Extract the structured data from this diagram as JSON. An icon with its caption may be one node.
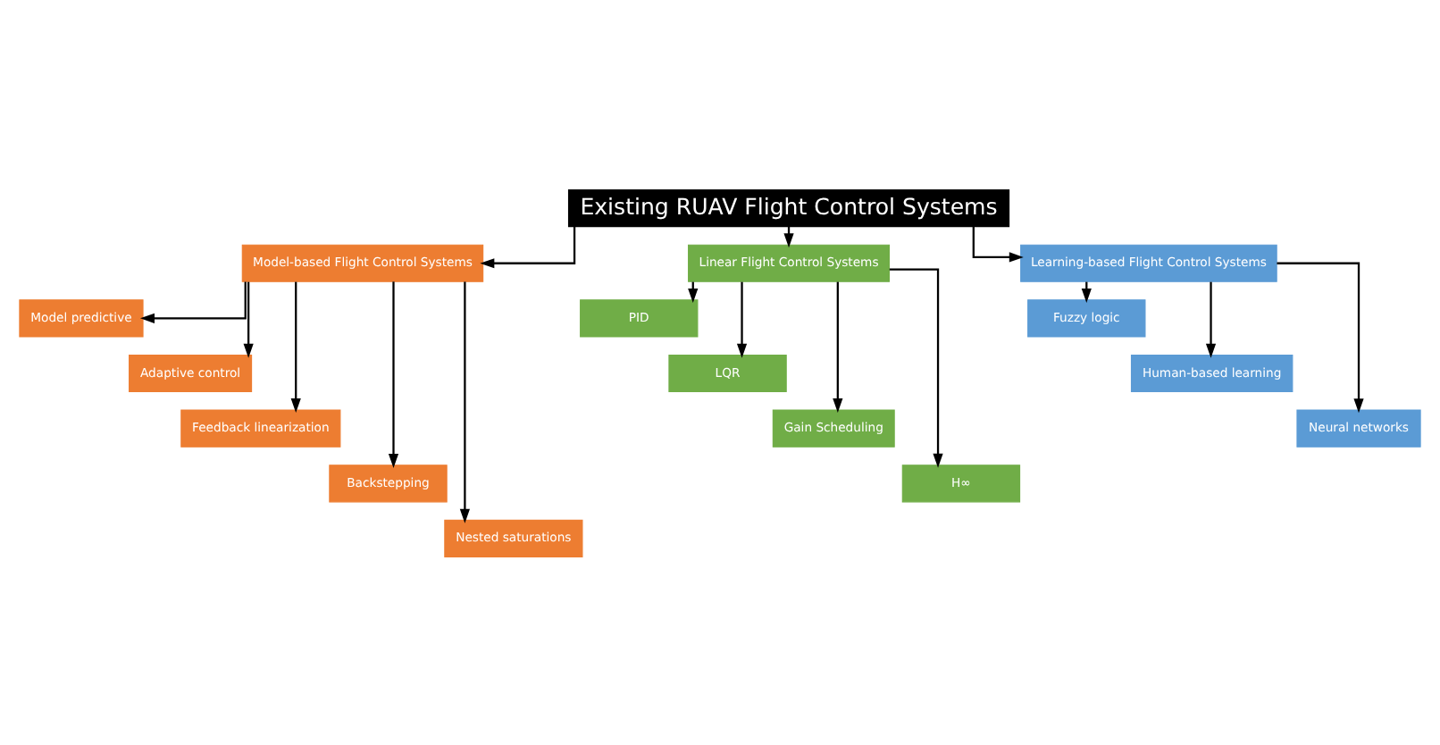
{
  "diagram": {
    "nodes": [
      {
        "text": [
          "Existing RUAV Flight Control Systems"
        ]
      },
      {
        "text": [
          "Model-based Flight Control Systems"
        ]
      },
      {
        "text": [
          "Linear Flight Control Systems"
        ]
      },
      {
        "text": [
          "Learning-based Flight Control Systems"
        ]
      },
      {
        "text": [
          "Model predictive"
        ]
      },
      {
        "text": [
          "Adaptive control"
        ]
      },
      {
        "text": [
          "Feedback linearization"
        ]
      },
      {
        "text": [
          "Backstepping"
        ]
      },
      {
        "text": [
          "Nested saturations"
        ]
      },
      {
        "text": [
          "PID"
        ]
      },
      {
        "text": [
          "LQR"
        ]
      },
      {
        "text": [
          "Gain Scheduling"
        ]
      },
      {
        "text": [
          "H∞"
        ]
      },
      {
        "text": [
          "Fuzzy logic"
        ]
      },
      {
        "text": [
          "Human-based learning"
        ]
      },
      {
        "text": [
          "Neural networks"
        ]
      }
    ],
    "edges": [
      {
        "from": 0,
        "to": 1,
        "arrow": "to"
      },
      {
        "from": 0,
        "to": 2,
        "arrow": "to"
      },
      {
        "from": 0,
        "to": 3,
        "arrow": "to"
      },
      {
        "from": 1,
        "to": 4,
        "arrow": "to"
      },
      {
        "from": 1,
        "to": 5,
        "arrow": "to"
      },
      {
        "from": 1,
        "to": 6,
        "arrow": "to"
      },
      {
        "from": 1,
        "to": 7,
        "arrow": "to"
      },
      {
        "from": 1,
        "to": 8,
        "arrow": "to"
      },
      {
        "from": 2,
        "to": 9,
        "arrow": "to"
      },
      {
        "from": 2,
        "to": 10,
        "arrow": "to"
      },
      {
        "from": 2,
        "to": 11,
        "arrow": "to"
      },
      {
        "from": 2,
        "to": 12,
        "arrow": "to"
      },
      {
        "from": 3,
        "to": 13,
        "arrow": "to"
      },
      {
        "from": 3,
        "to": 14,
        "arrow": "to"
      },
      {
        "from": 3,
        "to": 15,
        "arrow": "to"
      }
    ]
  }
}
